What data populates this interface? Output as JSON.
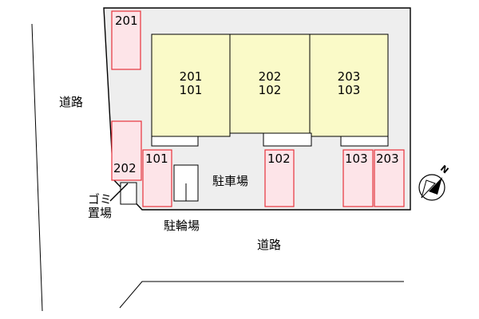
{
  "roads": {
    "west": "道路",
    "south": "道路"
  },
  "building_units": [
    {
      "upper": "201",
      "lower": "101"
    },
    {
      "upper": "202",
      "lower": "102"
    },
    {
      "upper": "203",
      "lower": "103"
    }
  ],
  "parking_spaces": [
    "201",
    "202",
    "101",
    "102",
    "103",
    "203"
  ],
  "facilities": {
    "parking_lot": "駐車場",
    "bicycle_parking": "駐輪場",
    "garbage_line1": "ゴミ",
    "garbage_line2": "置場"
  },
  "compass": {
    "label": "N"
  },
  "colors": {
    "building_fill": "#fafac8",
    "lot_fill": "#eeeeee",
    "parking_stroke": "#e8323c",
    "parking_fill": "#fde4e8"
  }
}
